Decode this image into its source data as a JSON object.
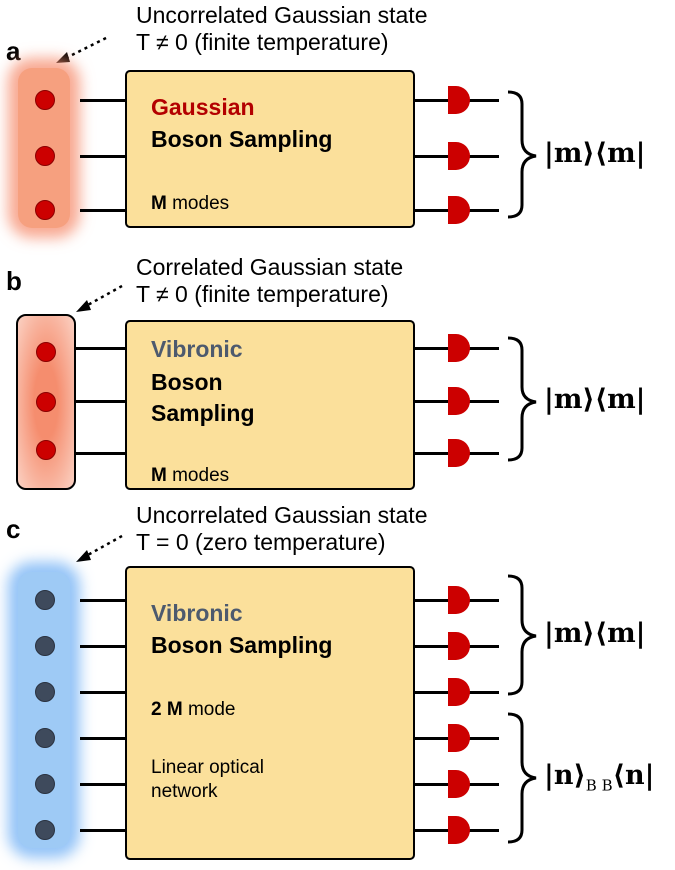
{
  "panels": {
    "a": {
      "label": "a",
      "caption_line1": "Uncorrelated Gaussian state",
      "caption_line2": "T ≠ 0 (finite temperature)",
      "title_colored": "Gaussian",
      "title_rest": "Boson Sampling",
      "modes_bold": "M",
      "modes_text": " modes",
      "projector": "|m⟩⟨m|"
    },
    "b": {
      "label": "b",
      "caption_line1": "Correlated Gaussian state",
      "caption_line2": "T ≠ 0 (finite temperature)",
      "title_colored": "Vibronic",
      "title_line2": "Boson",
      "title_line3": "Sampling",
      "modes_bold": "M",
      "modes_text": " modes",
      "projector": "|m⟩⟨m|"
    },
    "c": {
      "label": "c",
      "caption_line1": "Uncorrelated Gaussian state",
      "caption_line2": "T = 0 (zero temperature)",
      "title_colored": "Vibronic",
      "title_rest": "Boson Sampling",
      "modes_bold": "2 M",
      "modes_text": " mode",
      "network_line1": "Linear optical",
      "network_line2": "network",
      "projector_top": "|m⟩⟨m|",
      "projector_bottom_left": "|n⟩",
      "projector_bottom_sub": "B B",
      "projector_bottom_right": "⟨n|"
    }
  },
  "colors": {
    "box_fill": "#fbe09b",
    "detector": "#cc0000",
    "gaussian_title": "#b30000",
    "vibronic_title": "#4d5a6e",
    "thermal_glow": "#f6a07f",
    "zero_temp_glow": "#9ecaf5"
  }
}
